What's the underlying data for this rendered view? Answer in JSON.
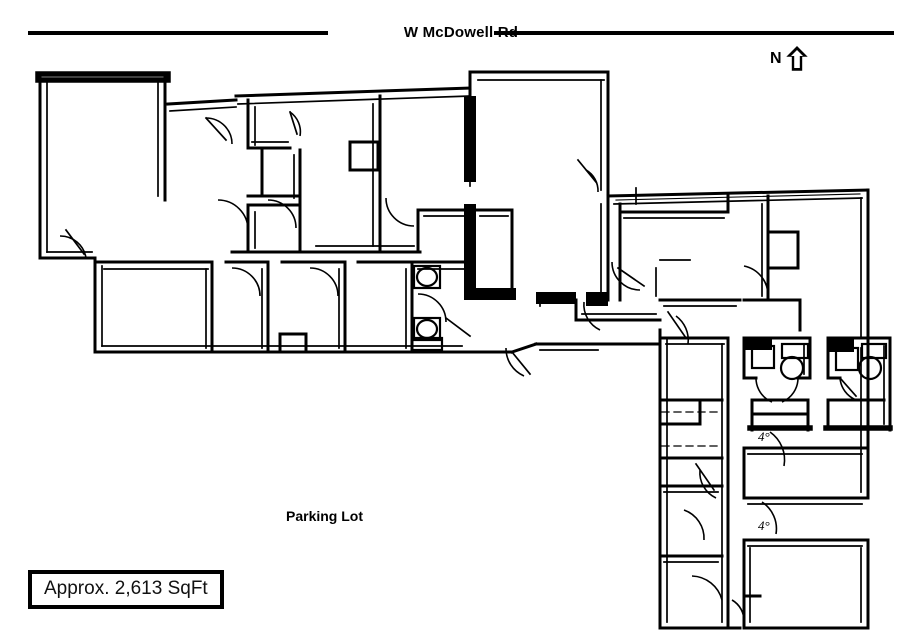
{
  "header": {
    "road_label": "W McDowell Rd"
  },
  "compass": {
    "label": "N",
    "icon": "north-arrow-icon",
    "direction": "up"
  },
  "labels": {
    "parking_lot": "Parking Lot",
    "area_note": "Approx. 2,613 SqFt"
  },
  "dimension_notes": [
    {
      "text": "4°"
    },
    {
      "text": "4°"
    }
  ],
  "colors": {
    "ink": "#000000",
    "paper": "#ffffff"
  },
  "drawing": {
    "type": "architectural-floor-plan",
    "description": "Scanned single-story commercial building floor plan with parking lot to the south and W McDowell Rd to the north."
  }
}
